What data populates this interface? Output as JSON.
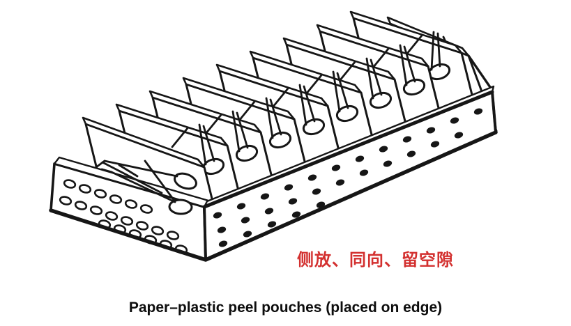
{
  "figure": {
    "annotation": {
      "text": "侧放、同向、留空隙",
      "color": "#d3302f"
    },
    "caption": "Paper–plastic peel pouches (placed on edge)",
    "drawing": {
      "subject": "perforated sterilization basket holding paper-plastic peel pouches standing on edge, same direction, with gaps",
      "pouch_count": 10,
      "ink_color": "#161616",
      "background_color": "#ffffff"
    }
  }
}
